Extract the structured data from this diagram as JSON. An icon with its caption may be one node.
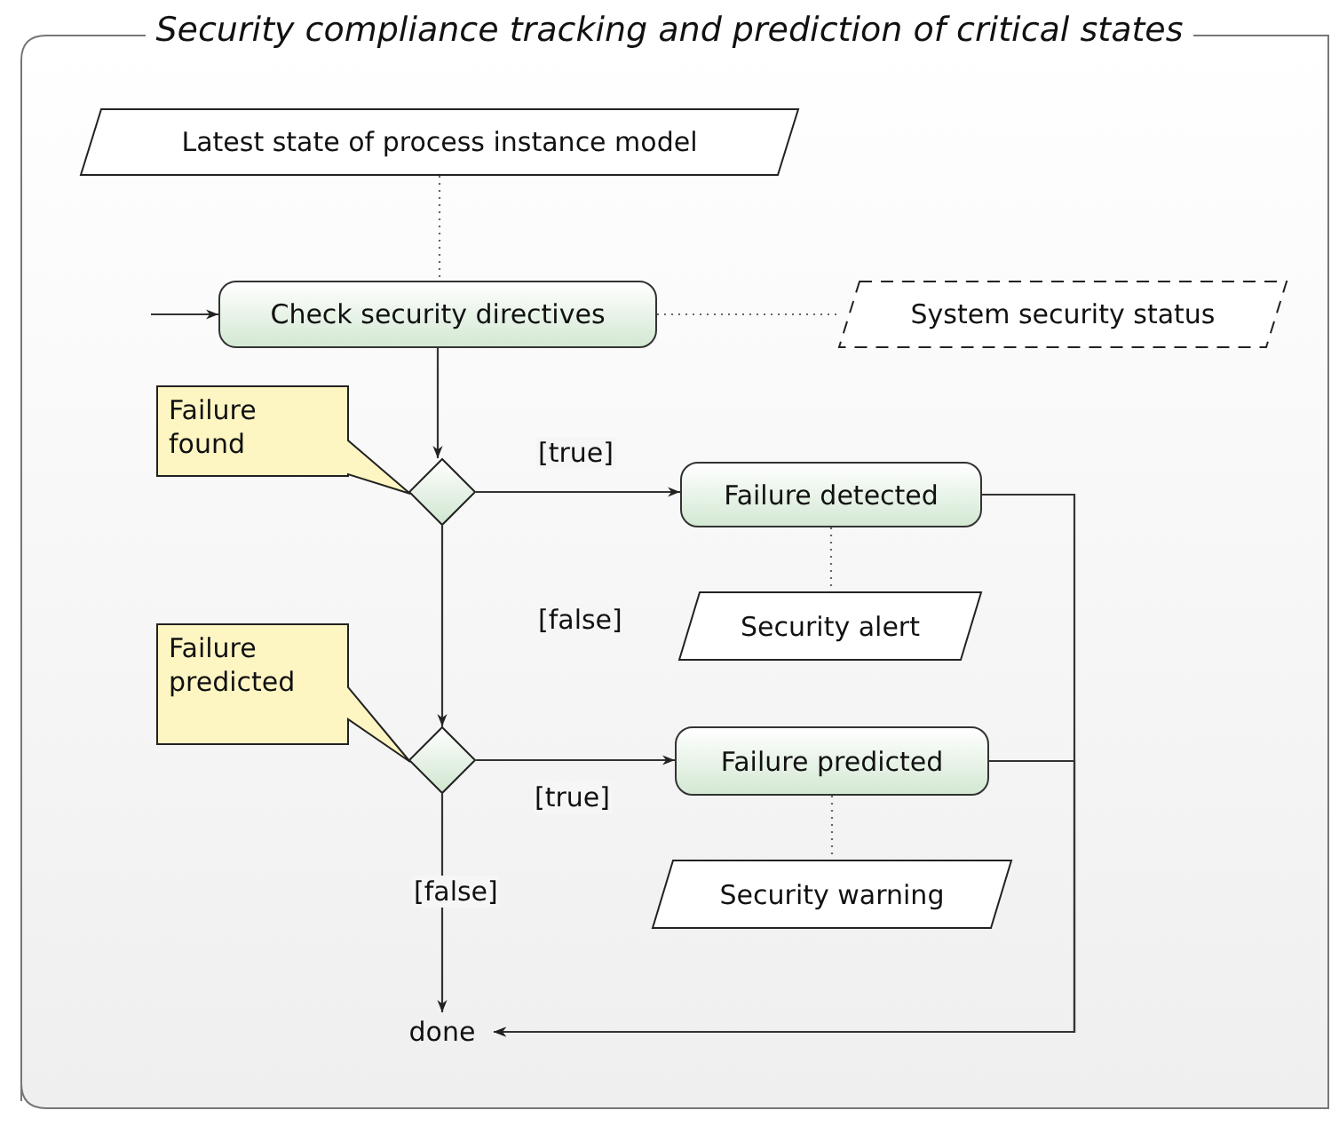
{
  "diagram": {
    "title": "Security compliance tracking and prediction of critical states",
    "nodes": [
      {
        "text": [
          "Latest state of process instance model"
        ]
      },
      {
        "text": [
          "Check security directives"
        ]
      },
      {
        "text": [
          "System security status"
        ]
      },
      {
        "text": [
          "Failure found"
        ]
      },
      {
        "text": [],
        "shape": "diamond"
      },
      {
        "text": [
          "Failure detected"
        ]
      },
      {
        "text": [
          "Security alert"
        ]
      },
      {
        "text": [
          "Failure predicted"
        ]
      },
      {
        "text": [],
        "shape": "diamond"
      },
      {
        "text": [
          "Failure predicted"
        ]
      },
      {
        "text": [
          "Security warning"
        ]
      },
      {
        "text": [
          "done"
        ]
      }
    ],
    "edges": [
      {
        "from": null,
        "to": 1,
        "arrow": "to"
      },
      {
        "from": 0,
        "to": 1,
        "arrow": "none",
        "style": "dashed"
      },
      {
        "from": 1,
        "to": 2,
        "arrow": "none",
        "style": "dashed"
      },
      {
        "from": 1,
        "to": 4,
        "arrow": "to"
      },
      {
        "from": 4,
        "to": 5,
        "arrow": "to",
        "label": "[true]"
      },
      {
        "from": 5,
        "to": 6,
        "arrow": "none",
        "style": "dashed"
      },
      {
        "from": 4,
        "to": 8,
        "arrow": "to",
        "label": "[false]"
      },
      {
        "from": 8,
        "to": 9,
        "arrow": "to",
        "label": "[true]"
      },
      {
        "from": 9,
        "to": 10,
        "arrow": "none",
        "style": "dashed"
      },
      {
        "from": 8,
        "to": 11,
        "arrow": "to",
        "label": "[false]"
      },
      {
        "from": 5,
        "to": 11,
        "arrow": "to"
      },
      {
        "from": 9,
        "to": 11,
        "arrow": "to"
      }
    ]
  }
}
